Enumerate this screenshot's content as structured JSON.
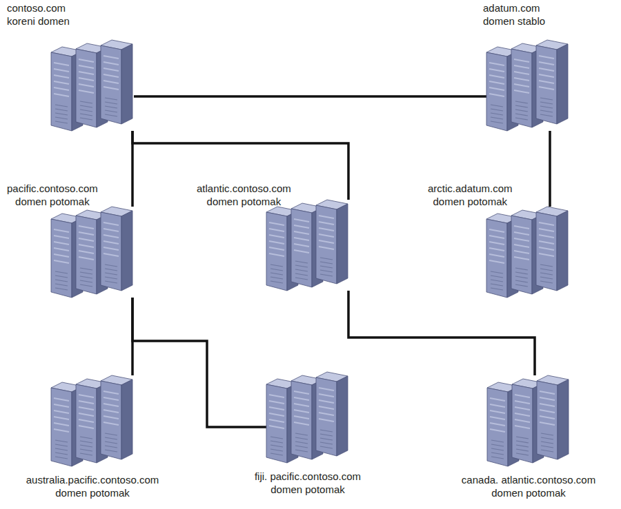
{
  "diagram": {
    "nodes": [
      {
        "text": [
          "contoso.com",
          "koreni domen"
        ]
      },
      {
        "text": [
          "adatum.com",
          "domen stablo"
        ]
      },
      {
        "text": [
          "pacific.contoso.com",
          "domen potomak"
        ]
      },
      {
        "text": [
          "atlantic.contoso.com",
          "domen potomak"
        ]
      },
      {
        "text": [
          "arctic.adatum.com",
          "domen potomak"
        ]
      },
      {
        "text": [
          "australia.pacific.contoso.com",
          "domen potomak"
        ]
      },
      {
        "text": [
          "fiji. pacific.contoso.com",
          "domen potomak"
        ]
      },
      {
        "text": [
          "canada. atlantic.contoso.com",
          "domen potomak"
        ]
      }
    ],
    "edges": [
      {
        "from": 0,
        "to": 1,
        "arrow": "none"
      },
      {
        "from": 0,
        "to": 2,
        "arrow": "none"
      },
      {
        "from": 0,
        "to": 3,
        "arrow": "none"
      },
      {
        "from": 1,
        "to": 4,
        "arrow": "none"
      },
      {
        "from": 2,
        "to": 5,
        "arrow": "none"
      },
      {
        "from": 2,
        "to": 6,
        "arrow": "none"
      },
      {
        "from": 3,
        "to": 7,
        "arrow": "none"
      }
    ]
  }
}
